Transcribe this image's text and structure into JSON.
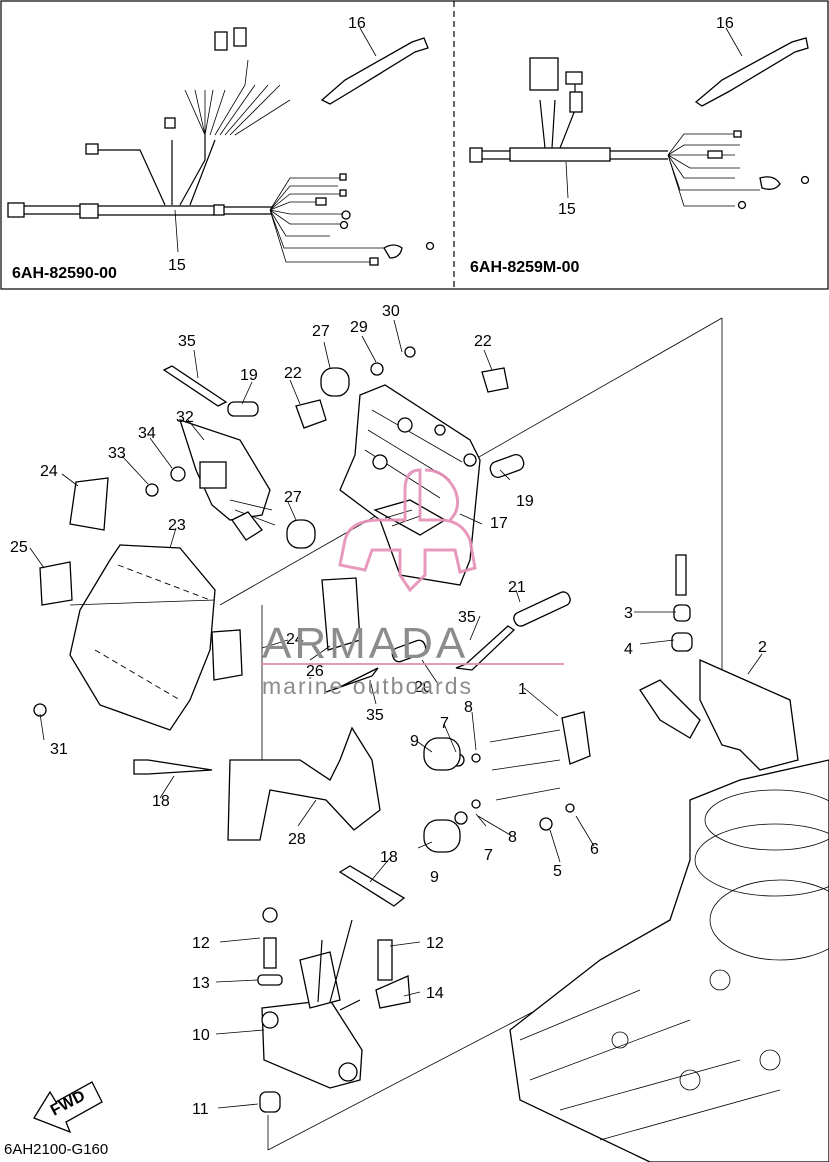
{
  "panels": {
    "left_code": "6AH-82590-00",
    "right_code": "6AH-8259M-00",
    "left_callouts": [
      {
        "num": "16"
      },
      {
        "num": "15"
      }
    ],
    "right_callouts": [
      {
        "num": "16"
      },
      {
        "num": "15"
      }
    ]
  },
  "callouts": [
    {
      "num": "1"
    },
    {
      "num": "2"
    },
    {
      "num": "3"
    },
    {
      "num": "4"
    },
    {
      "num": "5"
    },
    {
      "num": "6"
    },
    {
      "num": "7"
    },
    {
      "num": "7"
    },
    {
      "num": "8"
    },
    {
      "num": "8"
    },
    {
      "num": "9"
    },
    {
      "num": "9"
    },
    {
      "num": "10"
    },
    {
      "num": "11"
    },
    {
      "num": "12"
    },
    {
      "num": "12"
    },
    {
      "num": "13"
    },
    {
      "num": "14"
    },
    {
      "num": "17"
    },
    {
      "num": "18"
    },
    {
      "num": "18"
    },
    {
      "num": "19"
    },
    {
      "num": "19"
    },
    {
      "num": "20"
    },
    {
      "num": "21"
    },
    {
      "num": "22"
    },
    {
      "num": "22"
    },
    {
      "num": "23"
    },
    {
      "num": "24"
    },
    {
      "num": "24"
    },
    {
      "num": "25"
    },
    {
      "num": "26"
    },
    {
      "num": "27"
    },
    {
      "num": "27"
    },
    {
      "num": "28"
    },
    {
      "num": "29"
    },
    {
      "num": "30"
    },
    {
      "num": "31"
    },
    {
      "num": "32"
    },
    {
      "num": "33"
    },
    {
      "num": "34"
    },
    {
      "num": "35"
    },
    {
      "num": "35"
    },
    {
      "num": "35"
    }
  ],
  "fwd_label": "FWD",
  "diagram_code": "6AH2100-G160",
  "watermark": {
    "brand": "ARMADA",
    "tagline": "marine outboards"
  },
  "colors": {
    "line": "#000000",
    "watermark_logo": "#e58fb6",
    "watermark_text": "#8c8c8c"
  }
}
